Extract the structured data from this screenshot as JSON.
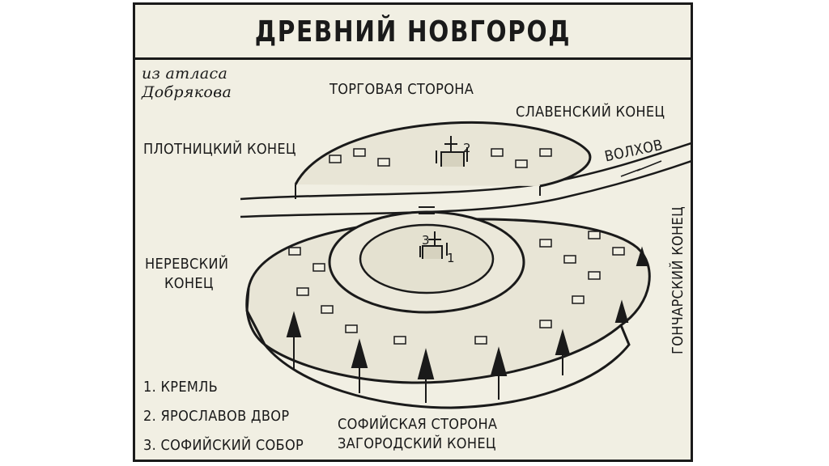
{
  "title": "ДРЕВНИЙ НОВГОРОД",
  "source_line1": "из атласа",
  "source_line2": "Добрякова",
  "labels": {
    "torgovaya": "ТОРГОВАЯ СТОРОНА",
    "slavensky": "СЛАВЕНСКИЙ КОНЕЦ",
    "plotnitsky": "ПЛОТНИЦКИЙ КОНЕЦ",
    "volkhov": "ВОЛХОВ",
    "nerevsky1": "НЕРЕВСКИЙ",
    "nerevsky2": "КОНЕЦ",
    "goncharsky": "ГОНЧАРСКИЙ КОНЕЦ",
    "sofiyskaya": "СОФИЙСКАЯ СТОРОНА",
    "zagorodsky": "ЗАГОРОДСКИЙ КОНЕЦ"
  },
  "legend": [
    "1. КРЕМЛЬ",
    "2. ЯРОСЛАВОВ ДВОР",
    "3. СОФИЙСКИЙ СОБОР"
  ],
  "markers": {
    "m1": "1",
    "m2": "2",
    "m3": "3"
  }
}
